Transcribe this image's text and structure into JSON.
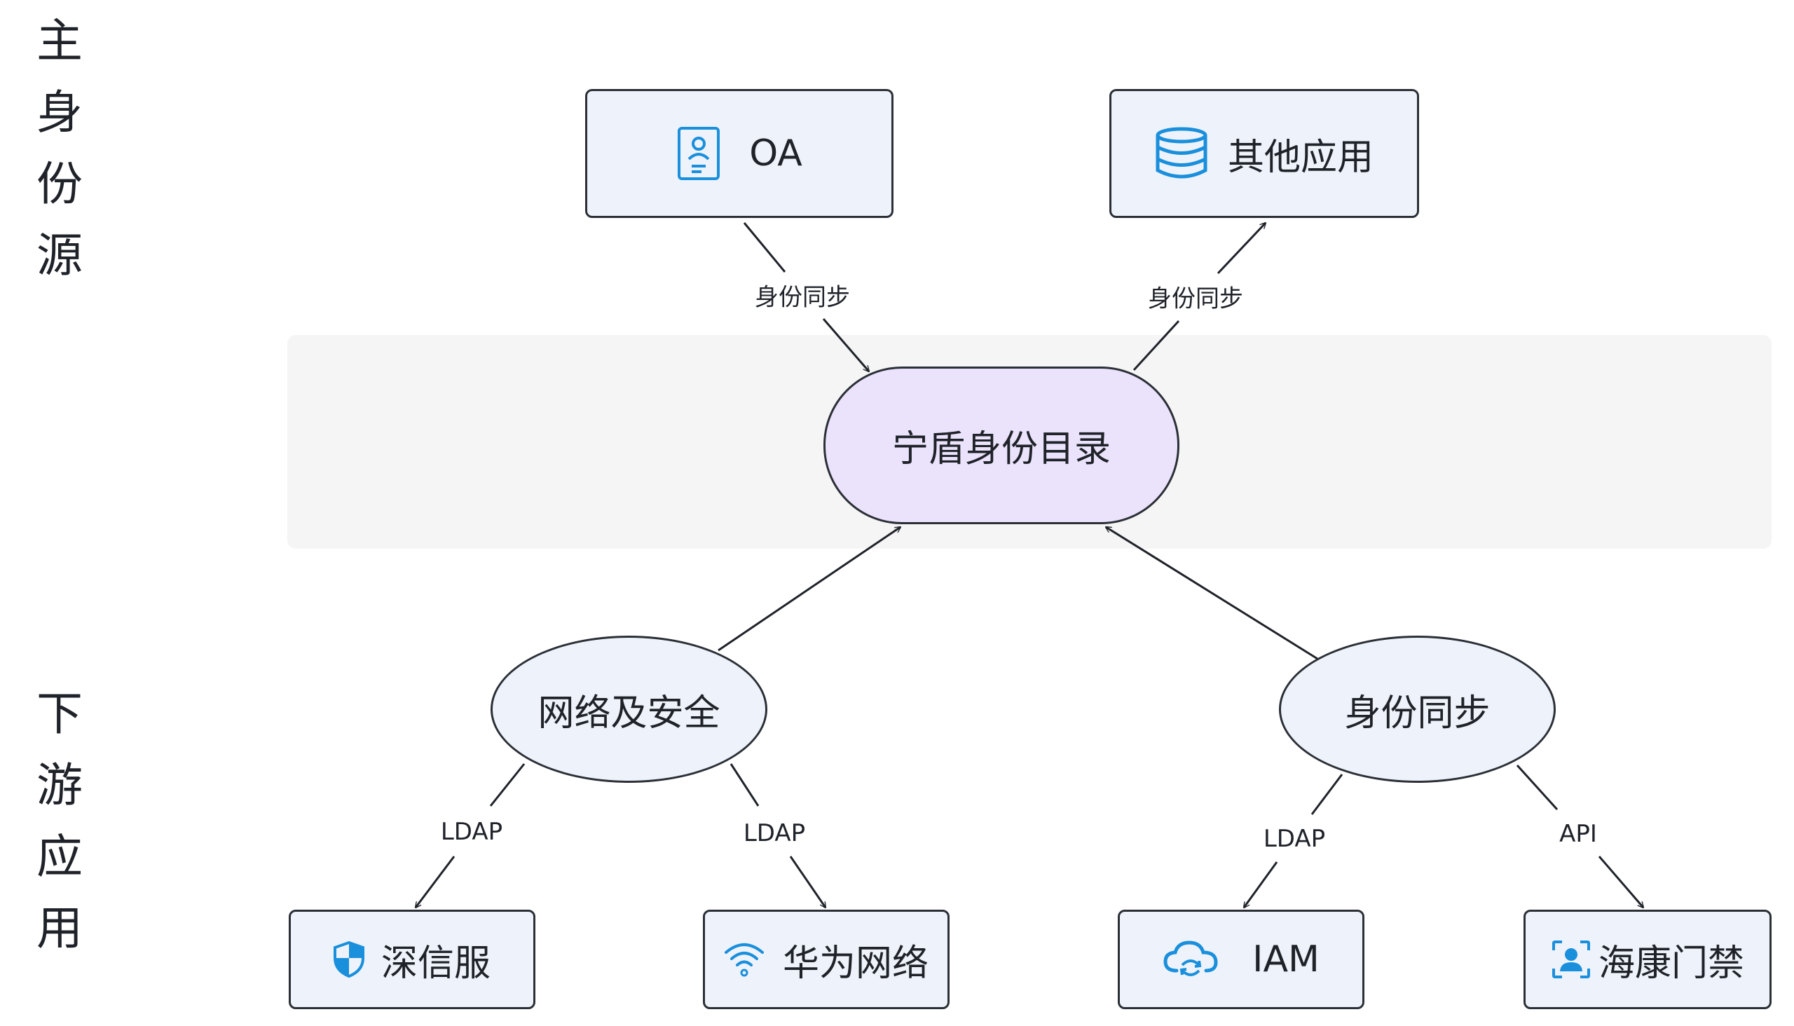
{
  "side_labels": {
    "top": [
      "主",
      "身",
      "份",
      "源"
    ],
    "bottom": [
      "下",
      "游",
      "应",
      "用"
    ]
  },
  "colors": {
    "node_fill": "#eef3fb",
    "center_fill": "#ebe3fc",
    "band_fill": "#f5f5f5",
    "icon_blue": "#1a8fdc",
    "stroke": "#2b2f36"
  },
  "nodes": {
    "oa": {
      "label": "OA",
      "icon": "id-card-icon"
    },
    "other_apps": {
      "label": "其他应用",
      "icon": "database-icon"
    },
    "center": {
      "label": "宁盾身份目录"
    },
    "network_security": {
      "label": "网络及安全"
    },
    "identity_sync": {
      "label": "身份同步"
    },
    "sangfor": {
      "label": "深信服",
      "icon": "shield-icon"
    },
    "huawei": {
      "label": "华为网络",
      "icon": "wifi-icon"
    },
    "iam": {
      "label": "IAM",
      "icon": "cloud-sync-icon"
    },
    "hikvision": {
      "label": "海康门禁",
      "icon": "face-id-icon"
    }
  },
  "edges": {
    "oa_to_center": "身份同步",
    "center_to_other": "身份同步",
    "net_to_sangfor": "LDAP",
    "net_to_huawei": "LDAP",
    "sync_to_iam": "LDAP",
    "sync_to_hik": "API"
  }
}
